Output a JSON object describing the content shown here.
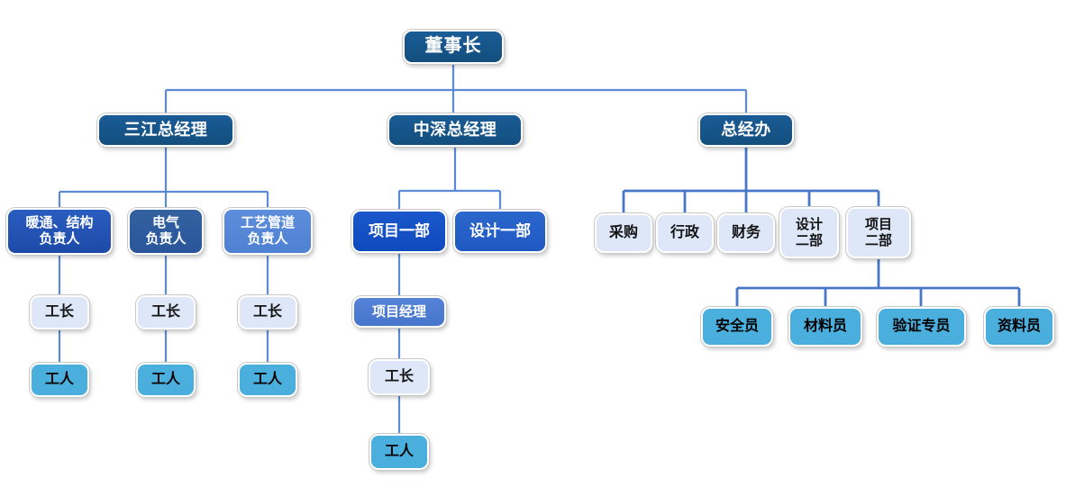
{
  "org": {
    "chairman": {
      "label": "董事长"
    },
    "sanjiang": {
      "label": "三江总经理",
      "teams": [
        {
          "lead": "暖通、结构\n负责人",
          "foreman": "工长",
          "worker": "工人"
        },
        {
          "lead": "电气\n负责人",
          "foreman": "工长",
          "worker": "工人"
        },
        {
          "lead": "工艺管道\n负责人",
          "foreman": "工长",
          "worker": "工人"
        }
      ]
    },
    "zhongshen": {
      "label": "中深总经理",
      "project_dept": {
        "label": "项目一部",
        "manager": "项目经理",
        "foreman": "工长",
        "worker": "工人"
      },
      "design_dept": {
        "label": "设计一部"
      }
    },
    "office": {
      "label": "总经办",
      "departments": [
        "采购",
        "行政",
        "财务",
        "设计\n二部",
        "项目\n二部"
      ],
      "project2_staff": [
        "安全员",
        "材料员",
        "验证专员",
        "资料员"
      ]
    }
  },
  "colors": {
    "dark_navy": "#16568E",
    "vivid_blue": "#2154B4",
    "medium_blue": "#2E5CA6",
    "light_royal": "#5587D8",
    "royal_blue": "#1252C9",
    "royal_blue_alt": "#2363C9",
    "soft_blue": "#4C7DD4",
    "pale_blue": "#DDE7F8",
    "sky_blue": "#4BAFDE",
    "connector_light": "#5C8AD8",
    "connector_strong": "#4777C8"
  }
}
